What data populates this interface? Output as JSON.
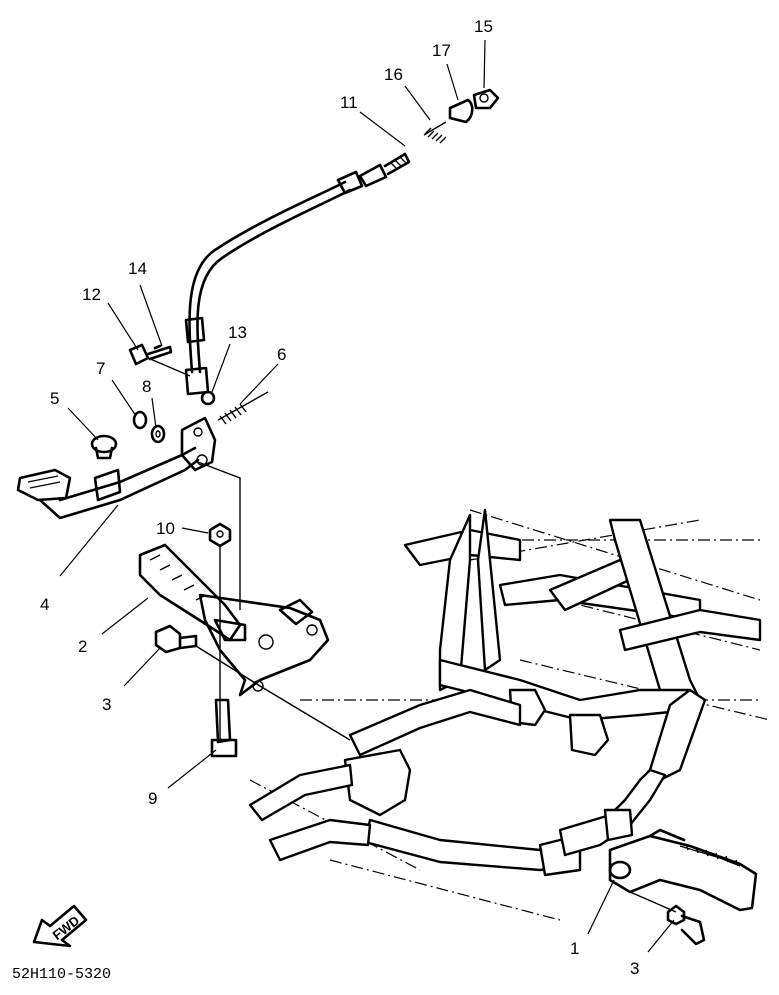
{
  "callouts": [
    {
      "id": "1",
      "label": "1"
    },
    {
      "id": "2",
      "label": "2"
    },
    {
      "id": "3a",
      "label": "3"
    },
    {
      "id": "3b",
      "label": "3"
    },
    {
      "id": "4",
      "label": "4"
    },
    {
      "id": "5",
      "label": "5"
    },
    {
      "id": "6",
      "label": "6"
    },
    {
      "id": "7",
      "label": "7"
    },
    {
      "id": "8",
      "label": "8"
    },
    {
      "id": "9",
      "label": "9"
    },
    {
      "id": "10",
      "label": "10"
    },
    {
      "id": "11",
      "label": "11"
    },
    {
      "id": "12",
      "label": "12"
    },
    {
      "id": "13",
      "label": "13"
    },
    {
      "id": "14",
      "label": "14"
    },
    {
      "id": "15",
      "label": "15"
    },
    {
      "id": "16",
      "label": "16"
    },
    {
      "id": "17",
      "label": "17"
    }
  ],
  "direction_arrow": "FWD",
  "drawing_code": "52H110-5320"
}
